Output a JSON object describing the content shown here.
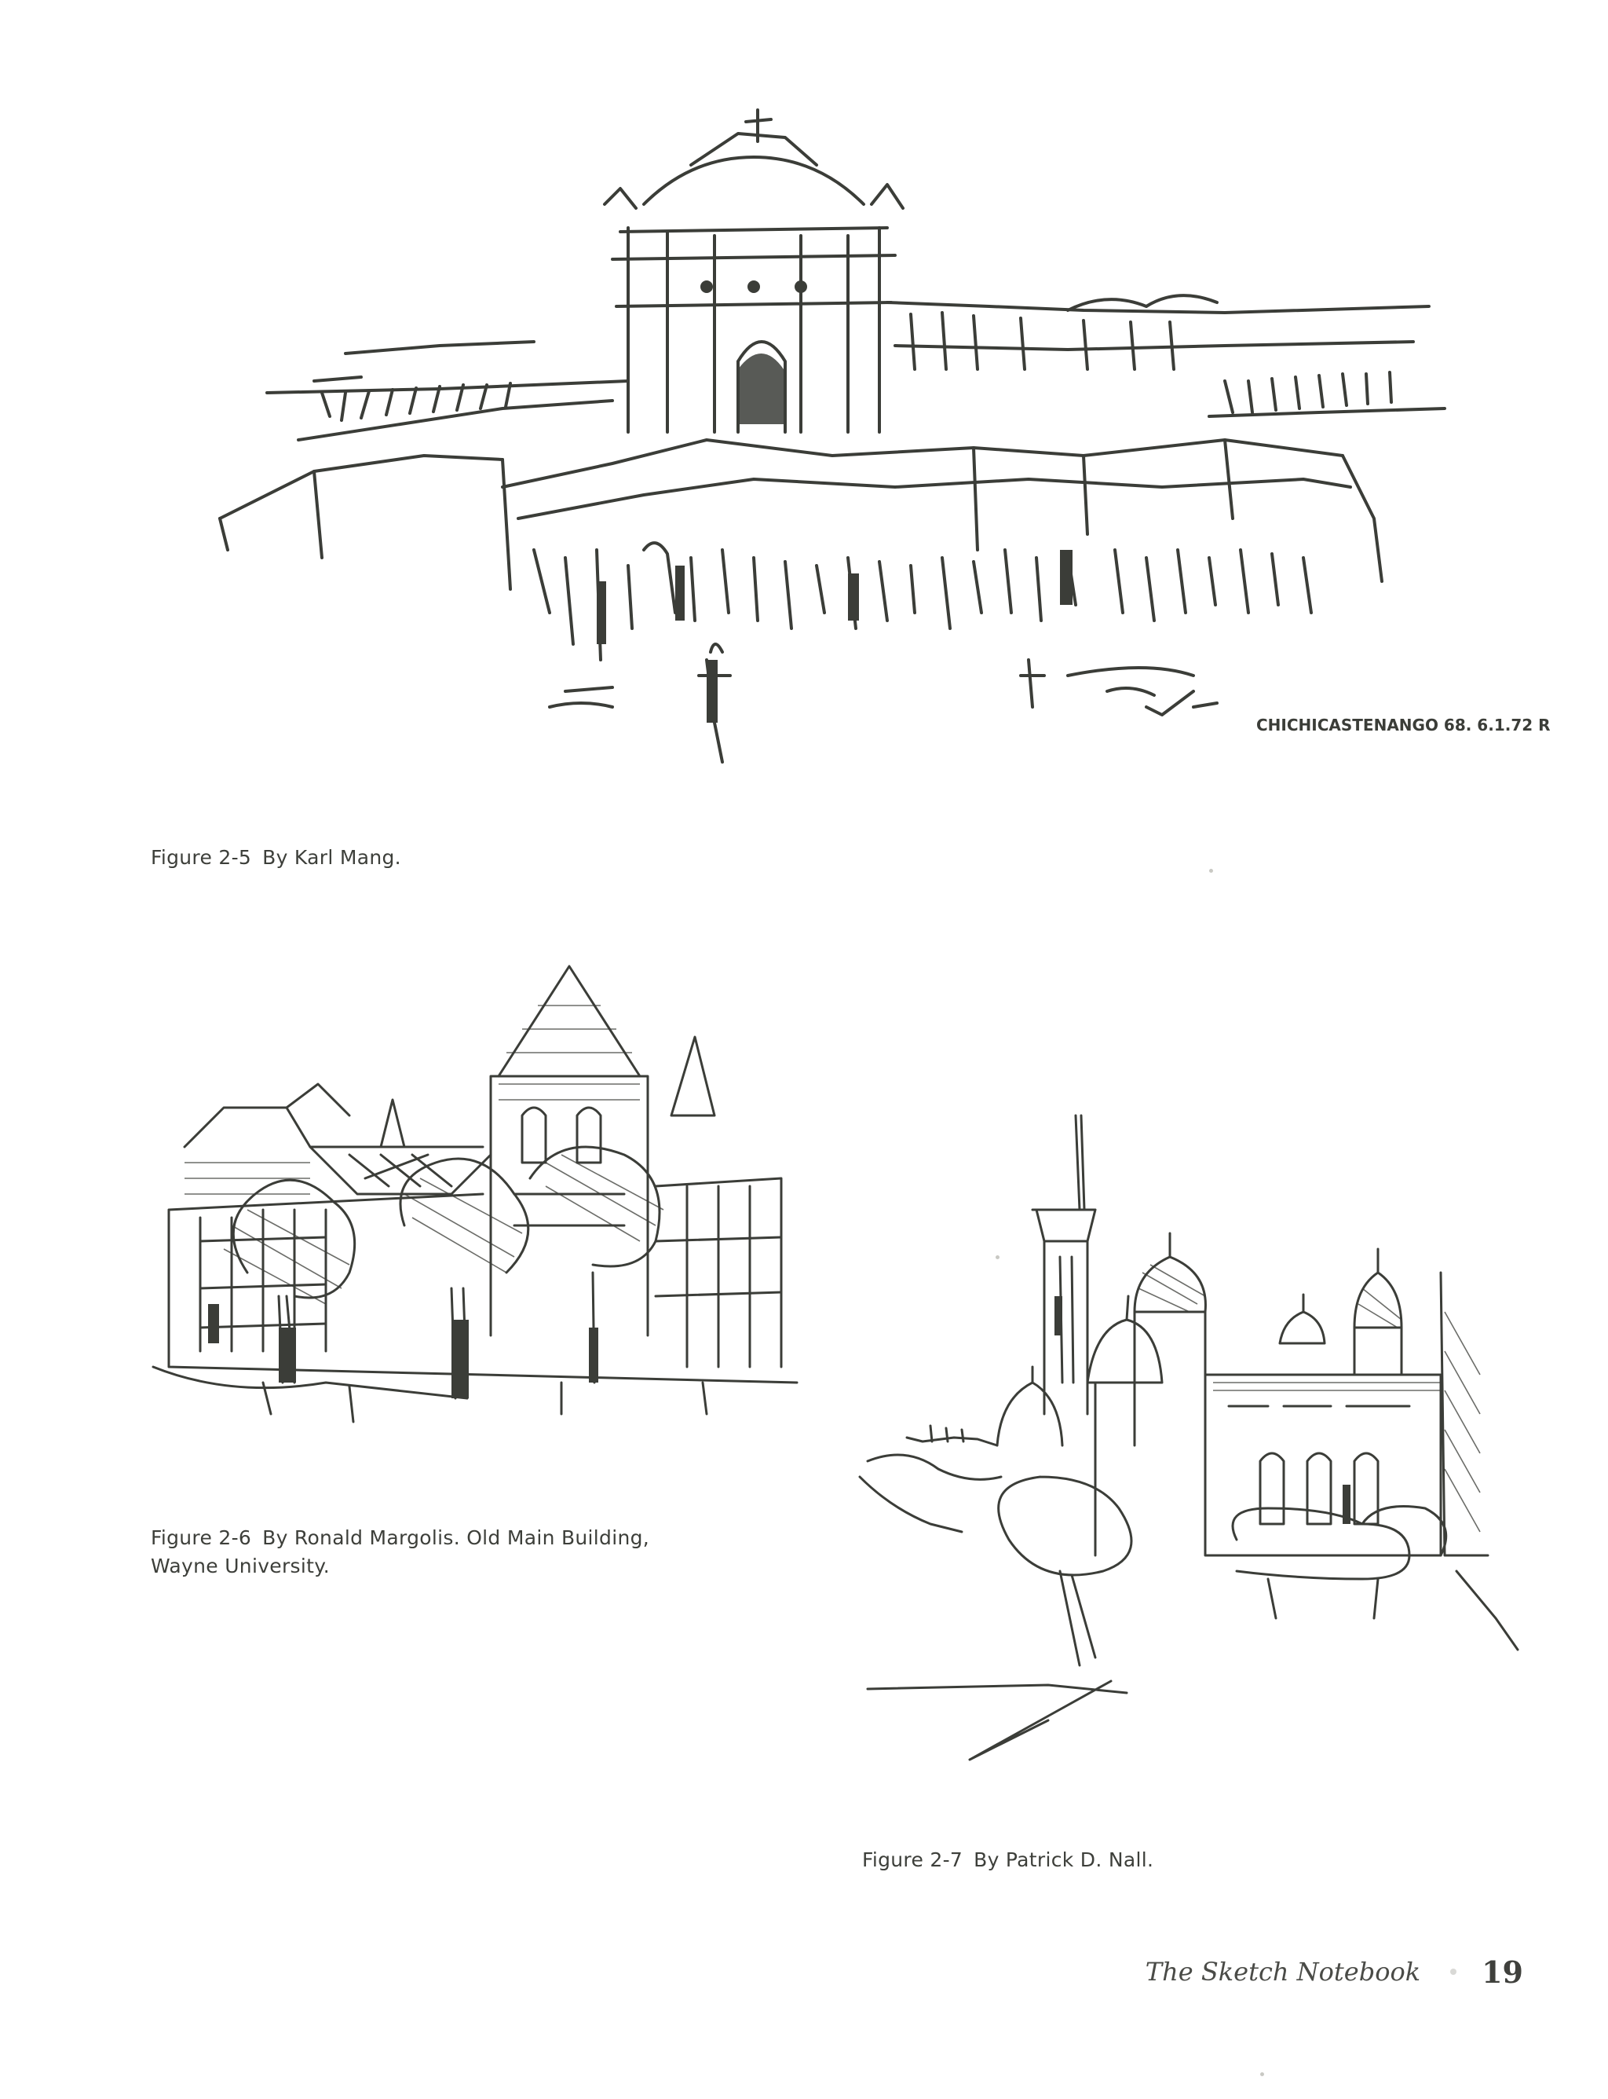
{
  "figures": [
    {
      "label": "Figure 2-5",
      "caption": "By Karl Mang.",
      "inscription": "CHICHICASTENANGO 68. 6.1.72 R"
    },
    {
      "label": "Figure 2-6",
      "caption_line1": "By Ronald Margolis. Old Main Building,",
      "caption_line2": "Wayne University."
    },
    {
      "label": "Figure 2-7",
      "caption": "By Patrick D. Nall."
    }
  ],
  "footer": {
    "title": "The Sketch Notebook",
    "page_number": "19"
  },
  "colors": {
    "ink": "#3b3d38",
    "paper": "#ffffff"
  }
}
